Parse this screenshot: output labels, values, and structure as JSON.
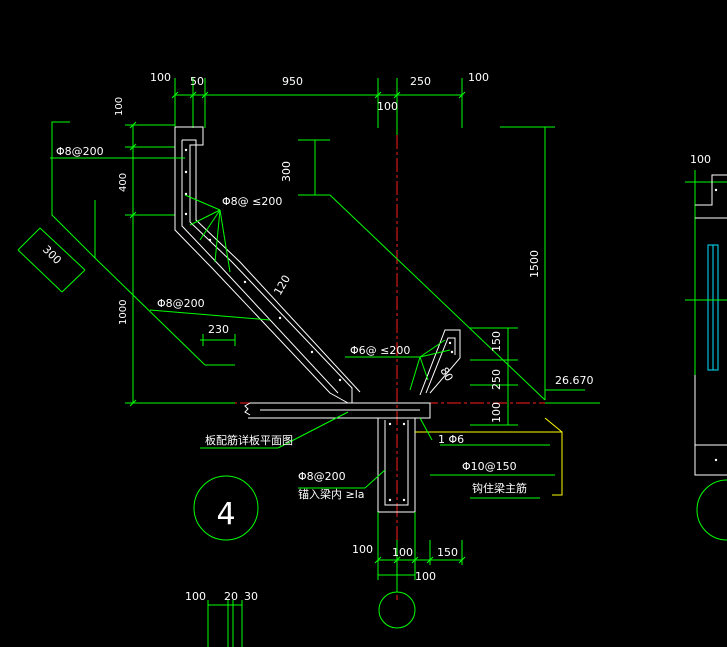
{
  "dims": {
    "top_100_left": "100",
    "top_50": "50",
    "top_950": "950",
    "top_250": "250",
    "top_100_right": "100",
    "top_100_sub": "100",
    "left_100": "100",
    "left_400": "400",
    "left_1000": "1000",
    "dim_300_upper": "300",
    "dim_300_diag": "300",
    "dim_1500": "1500",
    "dim_120": "120",
    "dim_230": "230",
    "dim_150": "150",
    "dim_250": "250",
    "dim_100_beam": "100",
    "dim_80": "80",
    "elev": "26.670",
    "bot_100_a": "100",
    "bot_100_b": "100",
    "bot_150": "150",
    "bot_100_c": "100",
    "btm_100": "100",
    "btm_20": "20",
    "btm_30": "30",
    "right_100": "100"
  },
  "rebar": {
    "phi8_200_top": "Φ8@200",
    "phi8_le200": "Φ8@ ≤200",
    "phi8_200_mid": "Φ8@200",
    "phi6_le200": "Φ6@ ≤200",
    "one_phi6": "1 Φ6",
    "phi8_200_beam": "Φ8@200",
    "phi10_150": "Φ10@150"
  },
  "notes": {
    "slab_plan": "板配筋详板平面图",
    "anchor": "锚入梁内 ≥la",
    "beam_bar": "钩住梁主筋"
  },
  "section_number": "4",
  "colors": {
    "background": "#000000",
    "dimension": "#00ff00",
    "rebar": "#ffffff",
    "outline": "#ffff00",
    "axis": "#ff2020",
    "window": "#00e5ff"
  }
}
